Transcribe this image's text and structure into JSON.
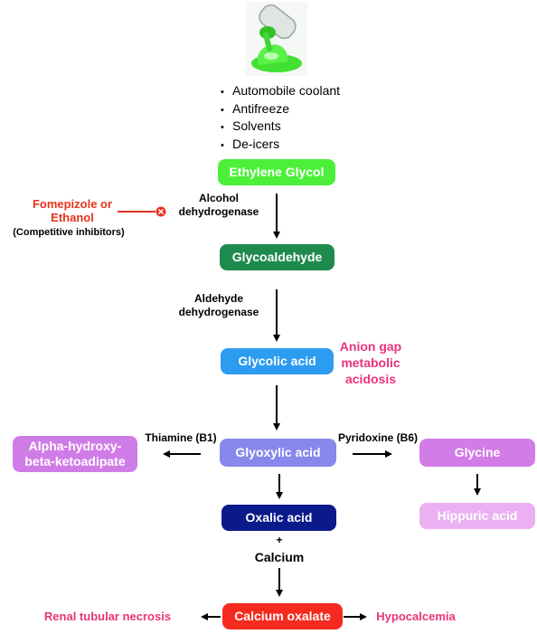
{
  "uses": [
    "Automobile coolant",
    "Antifreeze",
    "Solvents",
    "De-icers"
  ],
  "nodes": {
    "ethylene_glycol": "Ethylene Glycol",
    "glycoaldehyde": "Glycoaldehyde",
    "glycolic_acid": "Glycolic acid",
    "glyoxylic_acid": "Glyoxylic acid",
    "alpha_hydroxy": "Alpha-hydroxy-\nbeta-ketoadipate",
    "glycine": "Glycine",
    "hippuric_acid": "Hippuric acid",
    "oxalic_acid": "Oxalic acid",
    "calcium_oxalate": "Calcium oxalate"
  },
  "enzymes": {
    "alcohol_dh": "Alcohol\ndehydrogenase",
    "aldehyde_dh": "Aldehyde\ndehydrogenase",
    "thiamine": "Thiamine (B1)",
    "pyridoxine": "Pyridoxine (B6)"
  },
  "inhibitor": {
    "name": "Fomepizole or\nEthanol",
    "note": "(Competitive inhibitors)"
  },
  "annotations": {
    "anion_gap": "Anion gap\nmetabolic\nacidosis",
    "plus": "+",
    "calcium": "Calcium",
    "renal": "Renal tubular necrosis",
    "hypocalcemia": "Hypocalcemia"
  },
  "colors": {
    "ethylene_glycol": "#4cf03a",
    "glycoaldehyde": "#1f8a4d",
    "glycolic_acid": "#2b9cf0",
    "glyoxylic_acid": "#8787ec",
    "alpha_hydroxy": "#d07ce6",
    "glycine": "#d27ce8",
    "hippuric_acid": "#ebb0f2",
    "oxalic_acid": "#0b1a8a",
    "calcium_oxalate": "#f52a1e",
    "inhibitor": "#e8331f",
    "pink": "#e8347a"
  },
  "icon": "green-liquid-pouring-from-bottle-icon"
}
